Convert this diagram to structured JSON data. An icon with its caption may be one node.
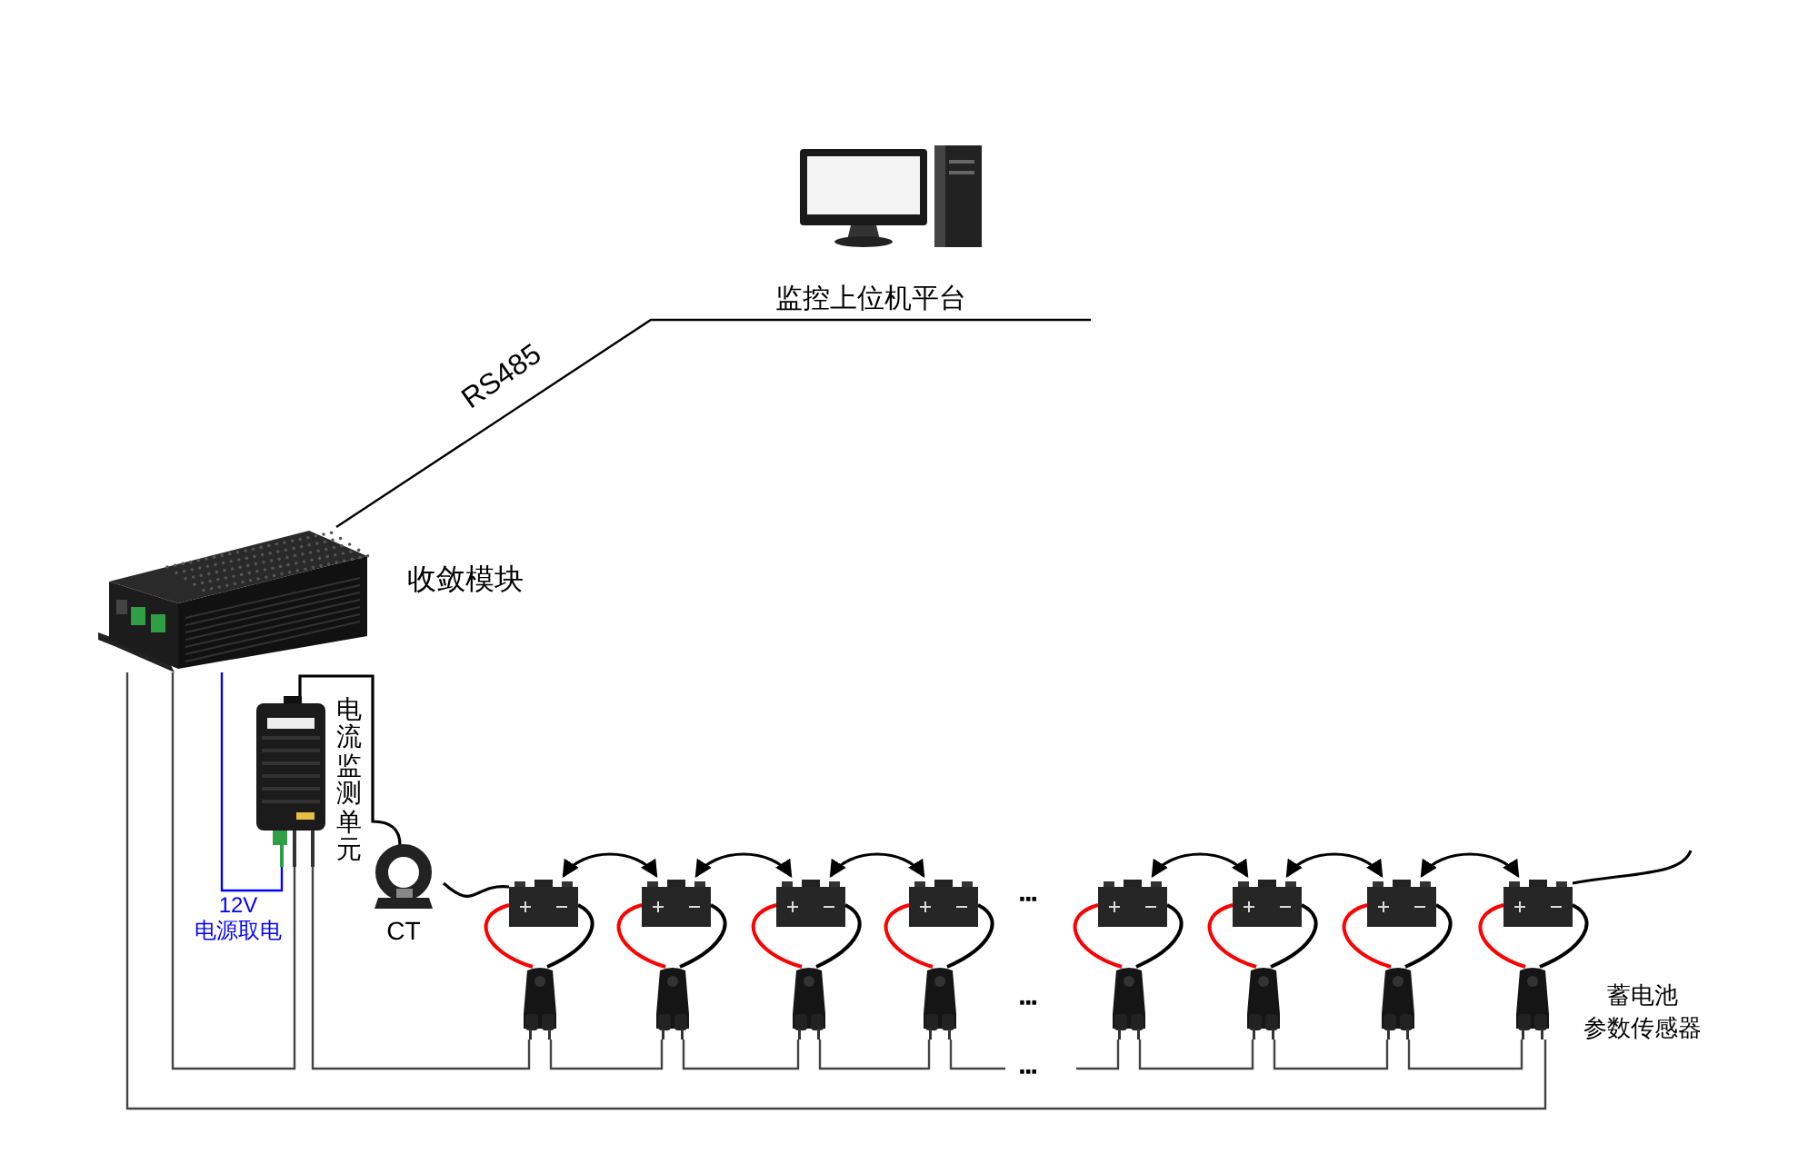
{
  "diagram": {
    "nodes": [
      {
        "text": [
          "监控上位机平台"
        ]
      },
      {
        "text": [
          "收敛模块"
        ]
      },
      {
        "text": [
          "电流监测单元"
        ]
      },
      {
        "text": [
          "CT"
        ]
      },
      {
        "text": [],
        "shape": "picture"
      },
      {
        "text": [],
        "shape": "picture"
      },
      {
        "text": [],
        "shape": "picture"
      },
      {
        "text": [],
        "shape": "picture"
      },
      {
        "text": [],
        "shape": "picture"
      },
      {
        "text": [],
        "shape": "picture"
      },
      {
        "text": [],
        "shape": "picture"
      },
      {
        "text": [],
        "shape": "picture"
      },
      {
        "text": [],
        "shape": "picture"
      },
      {
        "text": [],
        "shape": "picture"
      },
      {
        "text": [],
        "shape": "picture"
      },
      {
        "text": [],
        "shape": "picture"
      },
      {
        "text": [],
        "shape": "picture"
      },
      {
        "text": [],
        "shape": "picture"
      },
      {
        "text": [],
        "shape": "picture"
      },
      {
        "text": [],
        "shape": "picture"
      }
    ],
    "edges": [
      {
        "from": 1,
        "to": 0,
        "arrow": "none",
        "label": "RS485"
      },
      {
        "from": 1,
        "to": 2,
        "arrow": "none",
        "label": "12V 电源取电",
        "color": "#0000ff"
      },
      {
        "from": 1,
        "to": 2,
        "arrow": "none"
      },
      {
        "from": 2,
        "to": 3,
        "arrow": "none"
      },
      {
        "from": 3,
        "to": 4,
        "arrow": "none"
      },
      {
        "from": 4,
        "to": 5,
        "arrow": "both"
      },
      {
        "from": 5,
        "to": 6,
        "arrow": "both"
      },
      {
        "from": 6,
        "to": 7,
        "arrow": "both"
      },
      {
        "from": 8,
        "to": 9,
        "arrow": "both"
      },
      {
        "from": 9,
        "to": 10,
        "arrow": "both"
      },
      {
        "from": 10,
        "to": 11,
        "arrow": "both"
      },
      {
        "from": 11,
        "to": null,
        "arrow": "none"
      },
      {
        "from": 4,
        "to": 12,
        "arrow": "none",
        "color": "#ff0000"
      },
      {
        "from": 5,
        "to": 13,
        "arrow": "none",
        "color": "#ff0000"
      },
      {
        "from": 6,
        "to": 14,
        "arrow": "none",
        "color": "#ff0000"
      },
      {
        "from": 7,
        "to": 15,
        "arrow": "none",
        "color": "#ff0000"
      },
      {
        "from": 8,
        "to": 16,
        "arrow": "none",
        "color": "#ff0000"
      },
      {
        "from": 9,
        "to": 17,
        "arrow": "none",
        "color": "#ff0000"
      },
      {
        "from": 10,
        "to": 18,
        "arrow": "none",
        "color": "#ff0000"
      },
      {
        "from": 11,
        "to": 19,
        "arrow": "none",
        "color": "#ff0000"
      },
      {
        "from": 4,
        "to": 12,
        "arrow": "none"
      },
      {
        "from": 5,
        "to": 13,
        "arrow": "none"
      },
      {
        "from": 6,
        "to": 14,
        "arrow": "none"
      },
      {
        "from": 7,
        "to": 15,
        "arrow": "none"
      },
      {
        "from": 8,
        "to": 16,
        "arrow": "none"
      },
      {
        "from": 9,
        "to": 17,
        "arrow": "none"
      },
      {
        "from": 10,
        "to": 18,
        "arrow": "none"
      },
      {
        "from": 11,
        "to": 19,
        "arrow": "none"
      },
      {
        "from": 2,
        "to": 12,
        "arrow": "none"
      },
      {
        "from": 12,
        "to": 13,
        "arrow": "none"
      },
      {
        "from": 13,
        "to": 14,
        "arrow": "none"
      },
      {
        "from": 14,
        "to": 15,
        "arrow": "none"
      },
      {
        "from": 15,
        "to": null,
        "arrow": "none"
      },
      {
        "from": null,
        "to": 16,
        "arrow": "none"
      },
      {
        "from": 16,
        "to": 17,
        "arrow": "none"
      },
      {
        "from": 17,
        "to": 18,
        "arrow": "none"
      },
      {
        "from": 18,
        "to": 19,
        "arrow": "none"
      },
      {
        "from": 1,
        "to": 19,
        "arrow": "none"
      }
    ],
    "labels": [
      "···",
      "···",
      "蓄电池",
      "参数传感器",
      "···"
    ]
  }
}
